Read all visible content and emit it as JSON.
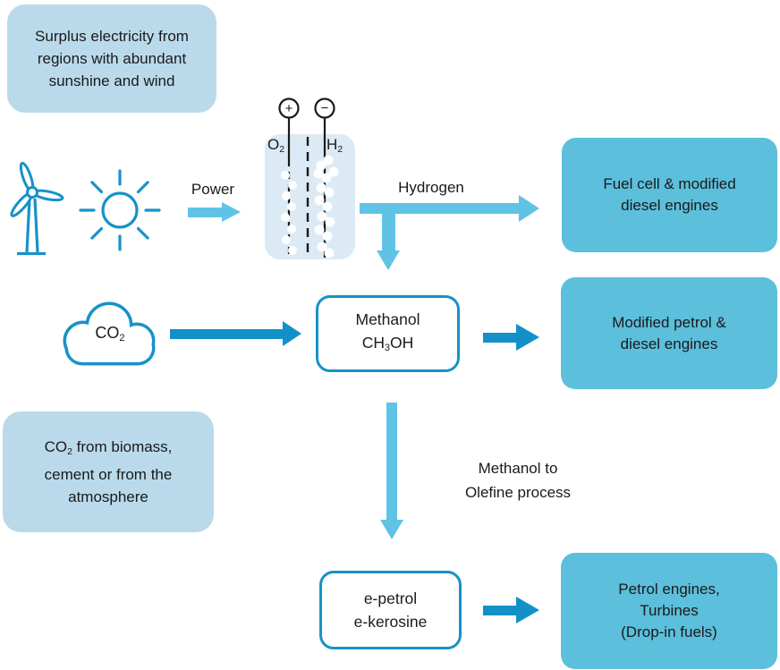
{
  "colors": {
    "light_box": "#BADAEC",
    "cell_fill": "#DBEAF4",
    "solid_box": "#5CBFDC",
    "light_arrow": "#60C3E6",
    "dark_arrow": "#1291C8",
    "outline": "#1792C8",
    "ink": "#1A1A1A"
  },
  "notes": {
    "surplus": {
      "line1": "Surplus electricity from",
      "line2": "regions with abundant",
      "line3": "sunshine and wind"
    },
    "co2_source": {
      "line1_pre": "CO",
      "line1_sub": "2",
      "line1_post": " from biomass,",
      "line2": "cement or from the",
      "line3": "atmosphere"
    }
  },
  "electrolyzer": {
    "plus": "+",
    "minus": "−",
    "o2_base": "O",
    "o2_sub": "2",
    "h2_base": "H",
    "h2_sub": "2"
  },
  "cloud": {
    "base": "CO",
    "sub": "2"
  },
  "labels": {
    "power": "Power",
    "hydrogen": "Hydrogen",
    "mto_line1": "Methanol to",
    "mto_line2": "Olefine process"
  },
  "process": {
    "methanol": {
      "line1": "Methanol",
      "f_pre": "CH",
      "f_sub": "3",
      "f_post": "OH"
    },
    "efuels": {
      "line1": "e-petrol",
      "line2": "e-kerosine"
    }
  },
  "outputs": {
    "fuel_cell": {
      "line1": "Fuel cell & modified",
      "line2": "diesel engines"
    },
    "modified": {
      "line1": "Modified petrol &",
      "line2": "diesel engines"
    },
    "petrol": {
      "line1": "Petrol engines,",
      "line2": "Turbines",
      "line3": "(Drop-in fuels)"
    }
  },
  "icons": {
    "wind_turbine": "wind-turbine-icon",
    "sun": "sun-icon",
    "cloud": "cloud-icon",
    "electrolyzer": "electrolyzer-cell-icon"
  }
}
